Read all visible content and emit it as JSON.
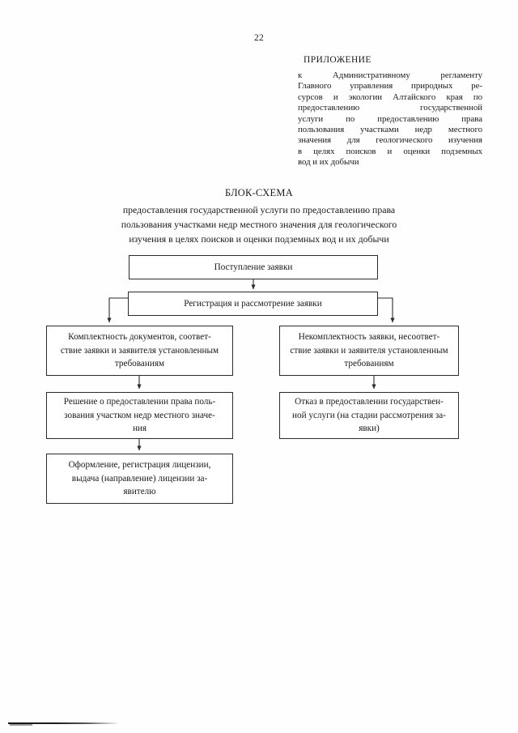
{
  "document": {
    "page_number": "22"
  },
  "appendix": {
    "title": "ПРИЛОЖЕНИЕ",
    "lines": [
      "к Административному регламенту",
      "Главного управления природных ре-",
      "сурсов и экологии Алтайского края по",
      "предоставлению государственной",
      "услуги по предоставлению права",
      "пользования участками недр местного",
      "значения для геологического изучения",
      "в целях поисков и оценки подземных",
      "вод и их добычи"
    ]
  },
  "scheme": {
    "title": "БЛОК-СХЕМА",
    "subtitle_lines": [
      "предоставления государственной услуги по предоставлению права",
      "пользования участками недр местного значения для геологического",
      "изучения в целях поисков и оценки подземных вод и их добычи"
    ]
  },
  "flowchart": {
    "nodes": [
      {
        "id": "application",
        "lines": [
          "Поступление заявки"
        ]
      },
      {
        "id": "registration",
        "lines": [
          "Регистрация и рассмотрение заявки"
        ]
      },
      {
        "id": "complete",
        "lines": [
          "Комплектность документов, соответ-",
          "ствие заявки и заявителя установленным",
          "требованиям"
        ]
      },
      {
        "id": "incomplete",
        "lines": [
          "Некомплектность заявки, несоответ-",
          "ствие заявки и заявителя установленным",
          "требованиям"
        ]
      },
      {
        "id": "decision",
        "lines": [
          "Решение о предоставлении права поль-",
          "зования участком недр местного значе-",
          "ния"
        ]
      },
      {
        "id": "refusal",
        "lines": [
          "Отказ в предоставлении государствен-",
          "ной услуги (на стадии рассмотрения за-",
          "явки)"
        ]
      },
      {
        "id": "license",
        "lines": [
          "Оформление, регистрация лицензии,",
          "выдача (направление) лицензии за-",
          "явителю"
        ]
      }
    ],
    "edges": [
      {
        "from": "application",
        "to": "registration"
      },
      {
        "from": "registration",
        "to": "complete"
      },
      {
        "from": "registration",
        "to": "incomplete"
      },
      {
        "from": "complete",
        "to": "decision"
      },
      {
        "from": "incomplete",
        "to": "refusal"
      },
      {
        "from": "decision",
        "to": "license"
      }
    ]
  },
  "colors": {
    "ink": "#1a1a1a",
    "border": "#2b2b2b",
    "paper": "#ffffff"
  }
}
